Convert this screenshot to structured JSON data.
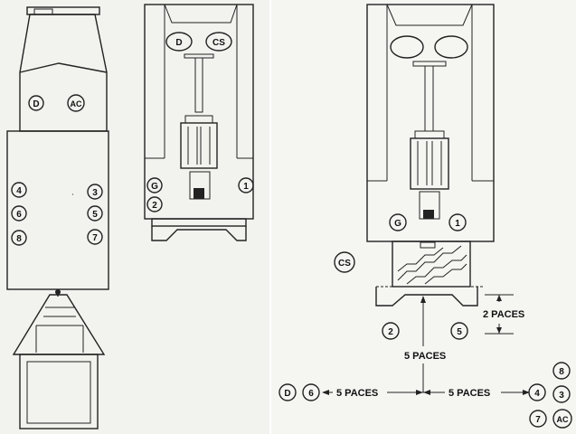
{
  "labels": {
    "d": "D",
    "ac": "AC",
    "cs": "CS",
    "g": "G",
    "one": "1",
    "two": "2",
    "three": "3",
    "four": "4",
    "five": "5",
    "six": "6",
    "seven": "7",
    "eight": "8"
  },
  "dimensions": {
    "two_paces": "2 PACES",
    "five_paces_vertical": "5 PACES",
    "five_paces_left": "5 PACES",
    "five_paces_right": "5 PACES"
  },
  "colors": {
    "line": "#222222",
    "paper_left": "#f2f2ef",
    "paper_right": "#f5f5f2"
  }
}
